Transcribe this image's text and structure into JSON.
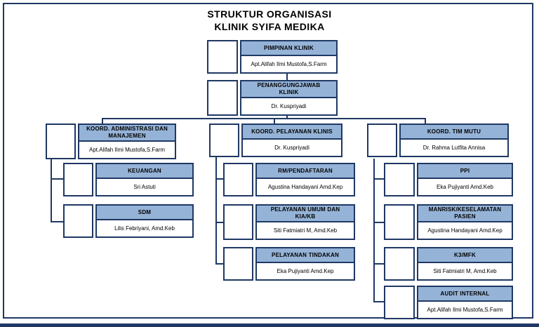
{
  "title": {
    "line1": "STRUKTUR ORGANISASI",
    "line2": "KLINIK SYIFA MEDIKA"
  },
  "colors": {
    "header_fill": "#95B3D7",
    "box_border": "#1F3864",
    "connector": "#1F3864",
    "page_background": "#FFFFFF"
  },
  "nodes": {
    "pimpinan": {
      "title": "PIMPINAN KLINIK",
      "name": "Apt.Alifah Ilmi Mustofa,S.Farm"
    },
    "penanggung_jawab": {
      "title": "PENANGGUNGJAWAB\nKLINIK",
      "name": "Dr. Kuspriyadi"
    },
    "koord_admin": {
      "title": "KOORD. ADMINISTRASI DAN\nMANAJEMEN",
      "name": "Apt.Alifah Ilmi Mustofa,S.Farm"
    },
    "keuangan": {
      "title": "KEUANGAN",
      "name": "Sri Astuti"
    },
    "sdm": {
      "title": "SDM",
      "name": "Lilis Febriyani, Amd.Keb"
    },
    "koord_pelayanan": {
      "title": "KOORD. PELAYANAN KLINIS",
      "name": "Dr. Kuspriyadi"
    },
    "rm_pendaftaran": {
      "title": "RM/PENDAFTARAN",
      "name": "Agustina Handayani Amd.Kep"
    },
    "pelayanan_umum": {
      "title": "PELAYANAN UMUM DAN\nKIA/KB",
      "name": "Siti Fatmiatri M, Amd.Keb"
    },
    "pelayanan_tindakan": {
      "title": "PELAYANAN TINDAKAN",
      "name": "Eka Pujiyanti Amd.Kep"
    },
    "koord_mutu": {
      "title": "KOORD. TIM MUTU",
      "name": "Dr. Rahma Lutfita Annisa"
    },
    "ppi": {
      "title": "PPI",
      "name": "Eka Pujiyanti Amd.Keb"
    },
    "manrisk": {
      "title": "MANRISK/KESELAMATAN\nPASIEN",
      "name": "Agustina Handayani Amd.Kep"
    },
    "k3_mfk": {
      "title": "K3/MFK",
      "name": "Siti Fatmiatri M, Amd.Keb"
    },
    "audit_internal": {
      "title": "AUDIT INTERNAL",
      "name": "Apt.Alifah Ilmi Mustofa,S.Farm"
    }
  }
}
